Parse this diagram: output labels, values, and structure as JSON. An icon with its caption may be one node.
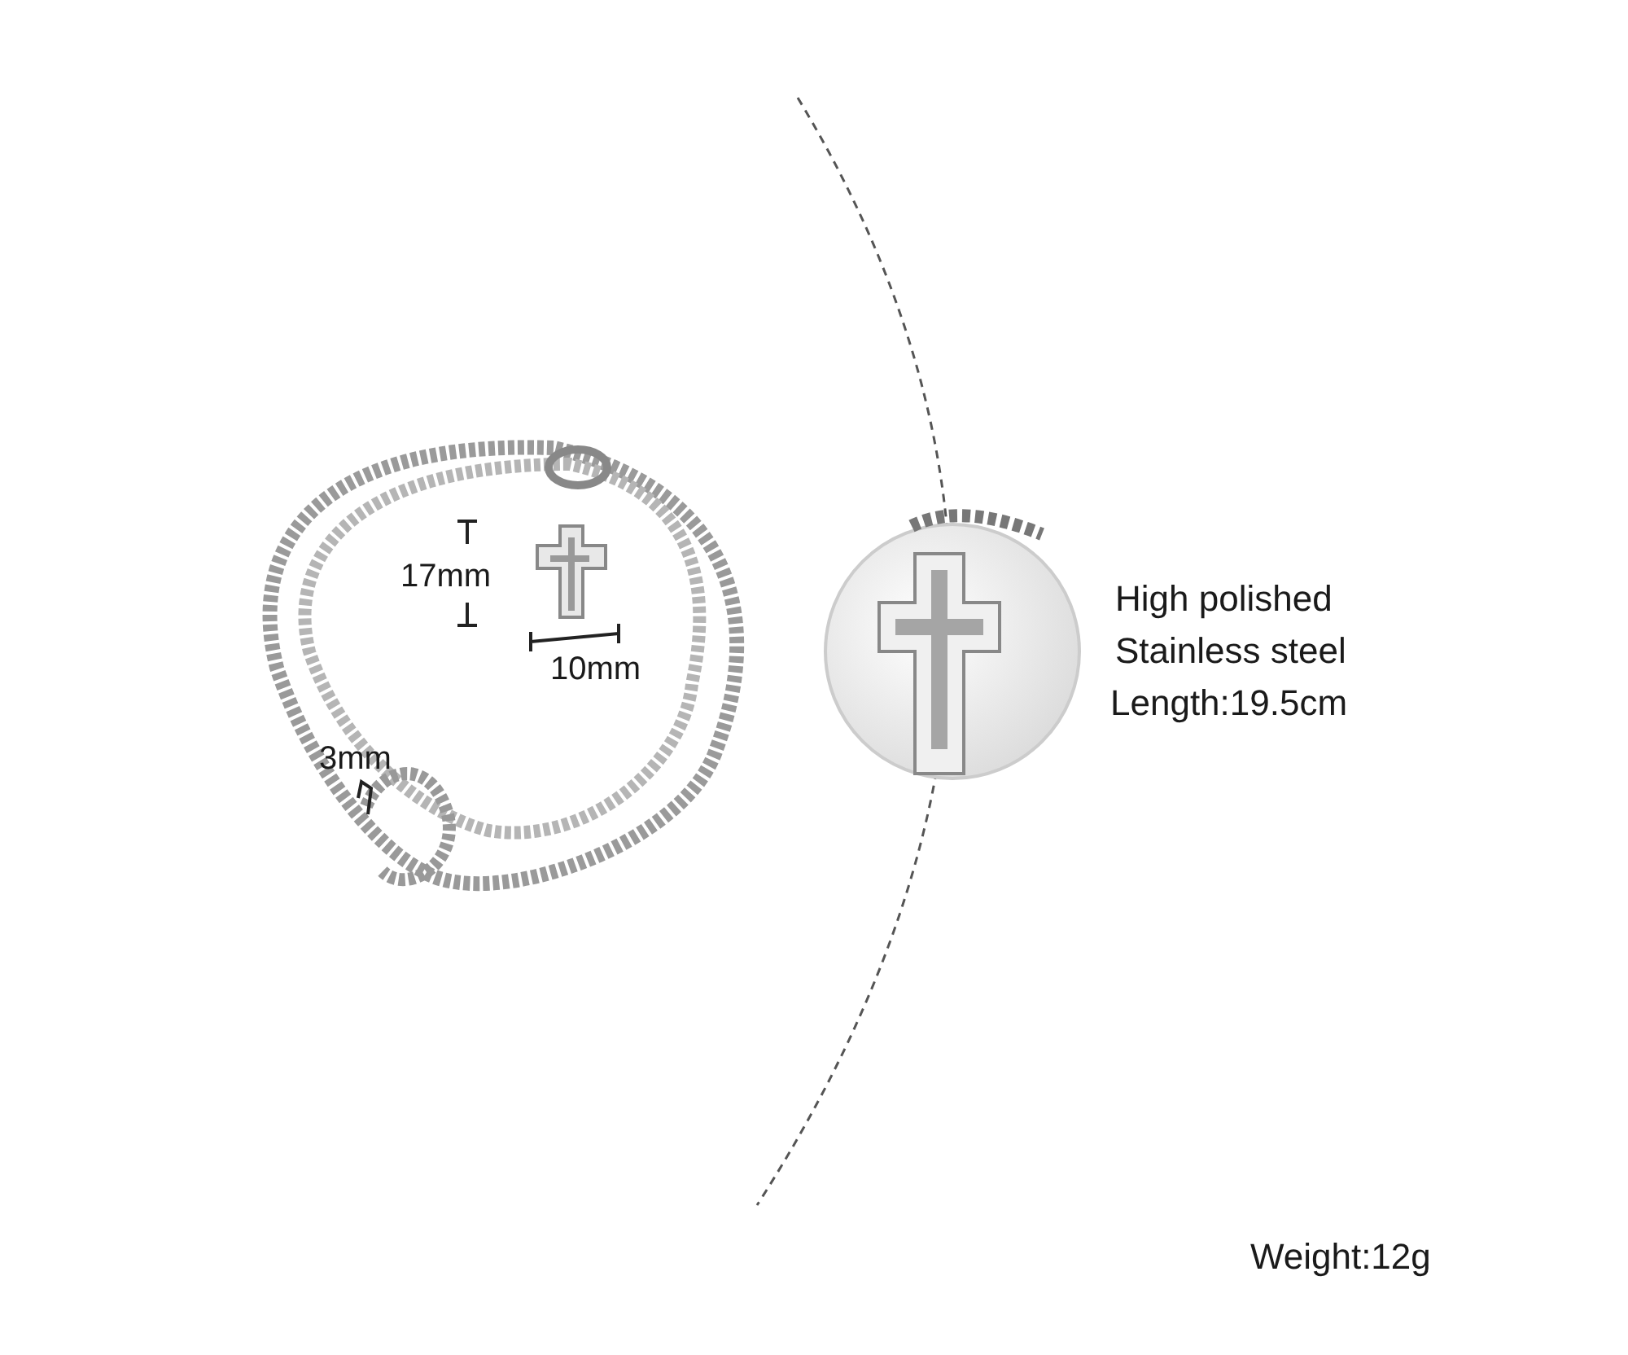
{
  "diagram": {
    "labels": [
      "17mm",
      "10mm",
      "3mm",
      "High polished",
      "Stainless steel",
      "Length:19.5cm",
      "Weight:12g"
    ]
  }
}
